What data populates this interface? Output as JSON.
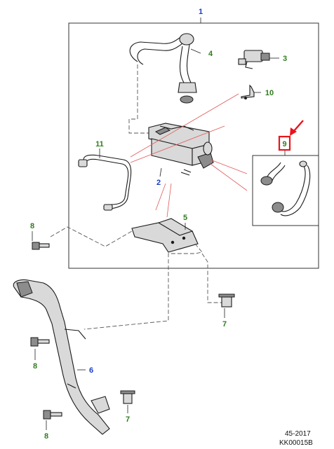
{
  "callouts": {
    "c1": "1",
    "c2": "2",
    "c3": "3",
    "c4": "4",
    "c5": "5",
    "c6": "6",
    "c7a": "7",
    "c7b": "7",
    "c8a": "8",
    "c8b": "8",
    "c8c": "8",
    "c9": "9",
    "c10": "10",
    "c11": "11"
  },
  "colors": {
    "green_callout": "#2e7d1e",
    "blue_callout": "#1a3cc8",
    "highlight_red": "#e8141e"
  },
  "footer": {
    "ref_code": "45-2017",
    "drawing_id": "KK00015B"
  }
}
